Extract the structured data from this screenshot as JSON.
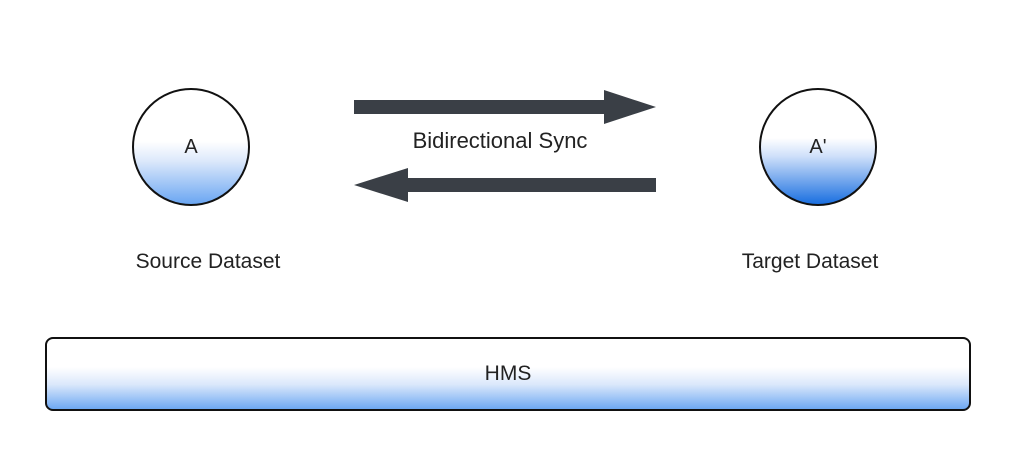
{
  "nodes": {
    "source": {
      "letter": "A",
      "label": "Source Dataset"
    },
    "target": {
      "letter": "A'",
      "label": "Target Dataset"
    }
  },
  "sync": {
    "label": "Bidirectional Sync"
  },
  "hms": {
    "label": "HMS"
  },
  "colors": {
    "arrow": "#3a3f46",
    "outline": "#111111",
    "gradient_blue": "#1a6fe0",
    "gradient_light_blue": "#6aa6f2"
  }
}
